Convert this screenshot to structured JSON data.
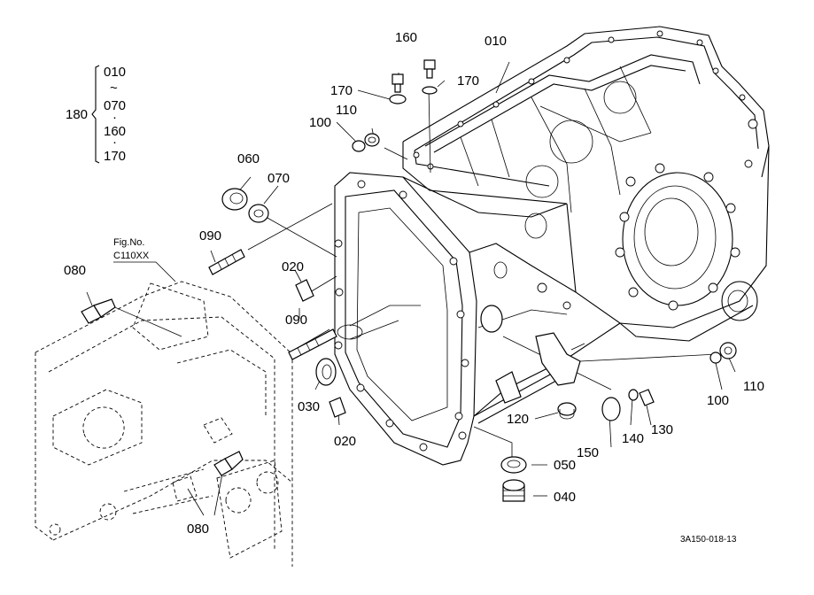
{
  "callouts": {
    "p010_top": "010",
    "p160_top": "160",
    "p170_left": "170",
    "p170_right": "170",
    "p100_left": "100",
    "p110_left": "110",
    "p060": "060",
    "p070": "070",
    "p090_upper": "090",
    "p090_lower": "090",
    "p020_upper": "020",
    "p020_lower": "020",
    "p080_left": "080",
    "p080_bottom": "080",
    "p030": "030",
    "p100_right": "100",
    "p110_right": "110",
    "p120": "120",
    "p150": "150",
    "p140": "140",
    "p130": "130",
    "p050": "050",
    "p040": "040"
  },
  "legend": {
    "group": "180",
    "items": [
      "010",
      "~",
      "070",
      "·",
      "160",
      "·",
      "170"
    ]
  },
  "figure_ref": {
    "line1": "Fig.No.",
    "line2": "C110XX"
  },
  "drawing_code": "3A150-018-13"
}
